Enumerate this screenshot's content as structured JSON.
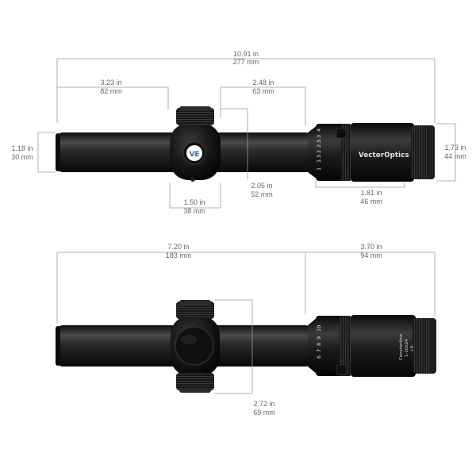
{
  "top_view": {
    "overall_length": {
      "in": "10.91 in",
      "mm": "277 mm"
    },
    "front_to_turret": {
      "in": "3.23 in",
      "mm": "82 mm"
    },
    "turret_to_eyepiece": {
      "in": "2.48 in",
      "mm": "63 mm"
    },
    "tube_diameter": {
      "in": "1.18 in",
      "mm": "30 mm"
    },
    "turret_width": {
      "in": "1.50 in",
      "mm": "38 mm"
    },
    "mount_span": {
      "in": "2.05 in",
      "mm": "52 mm"
    },
    "eyepiece_length": {
      "in": "1.81 in",
      "mm": "46 mm"
    },
    "eyepiece_diameter": {
      "in": "1.73 in",
      "mm": "44 mm"
    },
    "brand": "VectorOptics",
    "logo_mark": "VE",
    "mag_ring_numbers": [
      "1",
      "1.5",
      "2",
      "2.5",
      "3",
      "4"
    ]
  },
  "bottom_view": {
    "front_section": {
      "in": "7.20 in",
      "mm": "183 mm"
    },
    "rear_section": {
      "in": "3.70 in",
      "mm": "94 mm"
    },
    "turret_height": {
      "in": "2.72 in",
      "mm": "69 mm"
    },
    "model_line1": "Constantine",
    "model_line2": "1-10x24",
    "model_line3": "+0-",
    "mag_ring_numbers": [
      "6",
      "7",
      "8",
      "9",
      "10"
    ]
  },
  "colors": {
    "scope_body": "#1a1a1a",
    "highlight": "#4a4a4a",
    "dim_text": "#666666",
    "logo_blue": "#2f6db5"
  }
}
